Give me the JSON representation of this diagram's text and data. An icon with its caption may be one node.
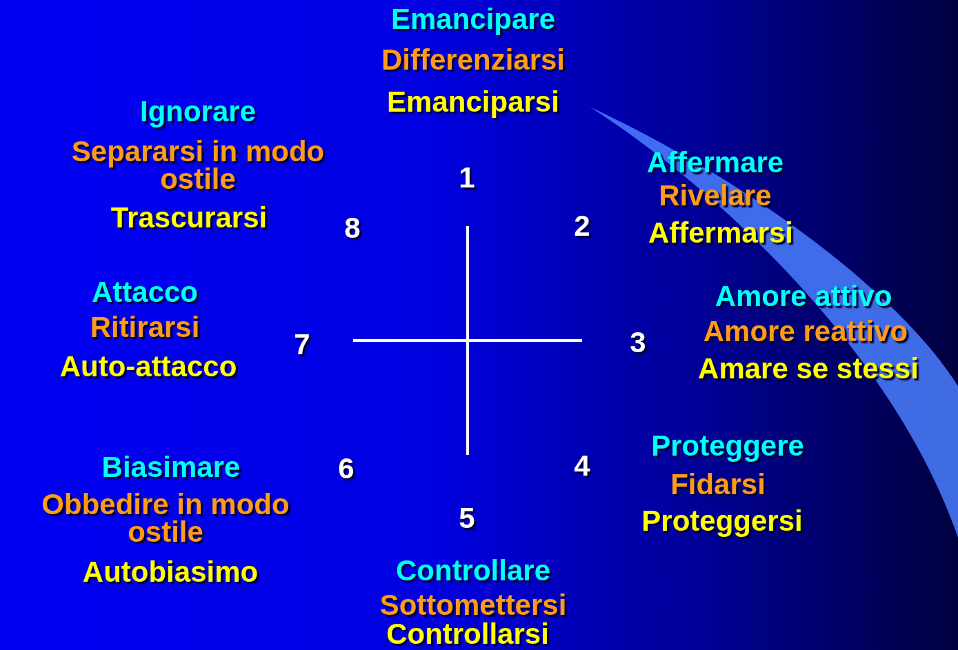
{
  "diagram": {
    "labels": [
      "Emancipare",
      "Differenziarsi",
      "Emanciparsi",
      "Ignorare",
      "Separarsi in modo ostile",
      "Trascurarsi",
      "1",
      "8",
      "2",
      "Affermare",
      "Rivelare",
      "Affermarsi",
      "Attacco",
      "Ritirarsi",
      "Auto-attacco",
      "7",
      "3",
      "Amore attivo",
      "Amore reattivo",
      "Amare se stessi",
      "Biasimare",
      "Obbedire in modo ostile",
      "Autobiasimo",
      "6",
      "4",
      "Proteggere",
      "Fidarsi",
      "Proteggersi",
      "5",
      "Controllare",
      "Sottomettersi",
      "Controllarsi"
    ]
  }
}
